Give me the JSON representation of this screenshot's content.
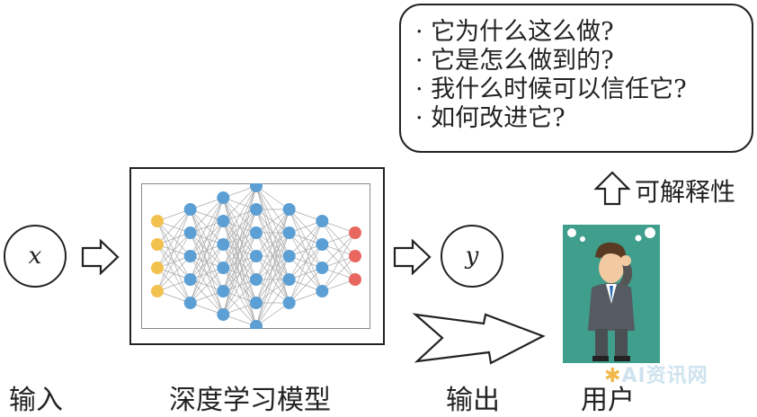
{
  "questions": [
    "· 它为什么这么做?",
    "· 它是怎么做到的?",
    "· 我什么时候可以信任它?",
    "· 如何改进它?"
  ],
  "interpretability_label": "可解释性",
  "input_symbol": "x",
  "output_symbol": "y",
  "captions": {
    "input": "输入",
    "model": "深度学习模型",
    "output": "输出",
    "user": "用户"
  },
  "watermark_text": "AI资讯网",
  "network": {
    "layers": [
      4,
      5,
      6,
      7,
      5,
      4,
      3
    ],
    "layer_colors": [
      "#f2c14e",
      "#5b9fd4",
      "#5b9fd4",
      "#5b9fd4",
      "#5b9fd4",
      "#5b9fd4",
      "#e8675e"
    ]
  },
  "colors": {
    "user_panel": "#3f9e8c",
    "edge": "#aaaaaa"
  }
}
